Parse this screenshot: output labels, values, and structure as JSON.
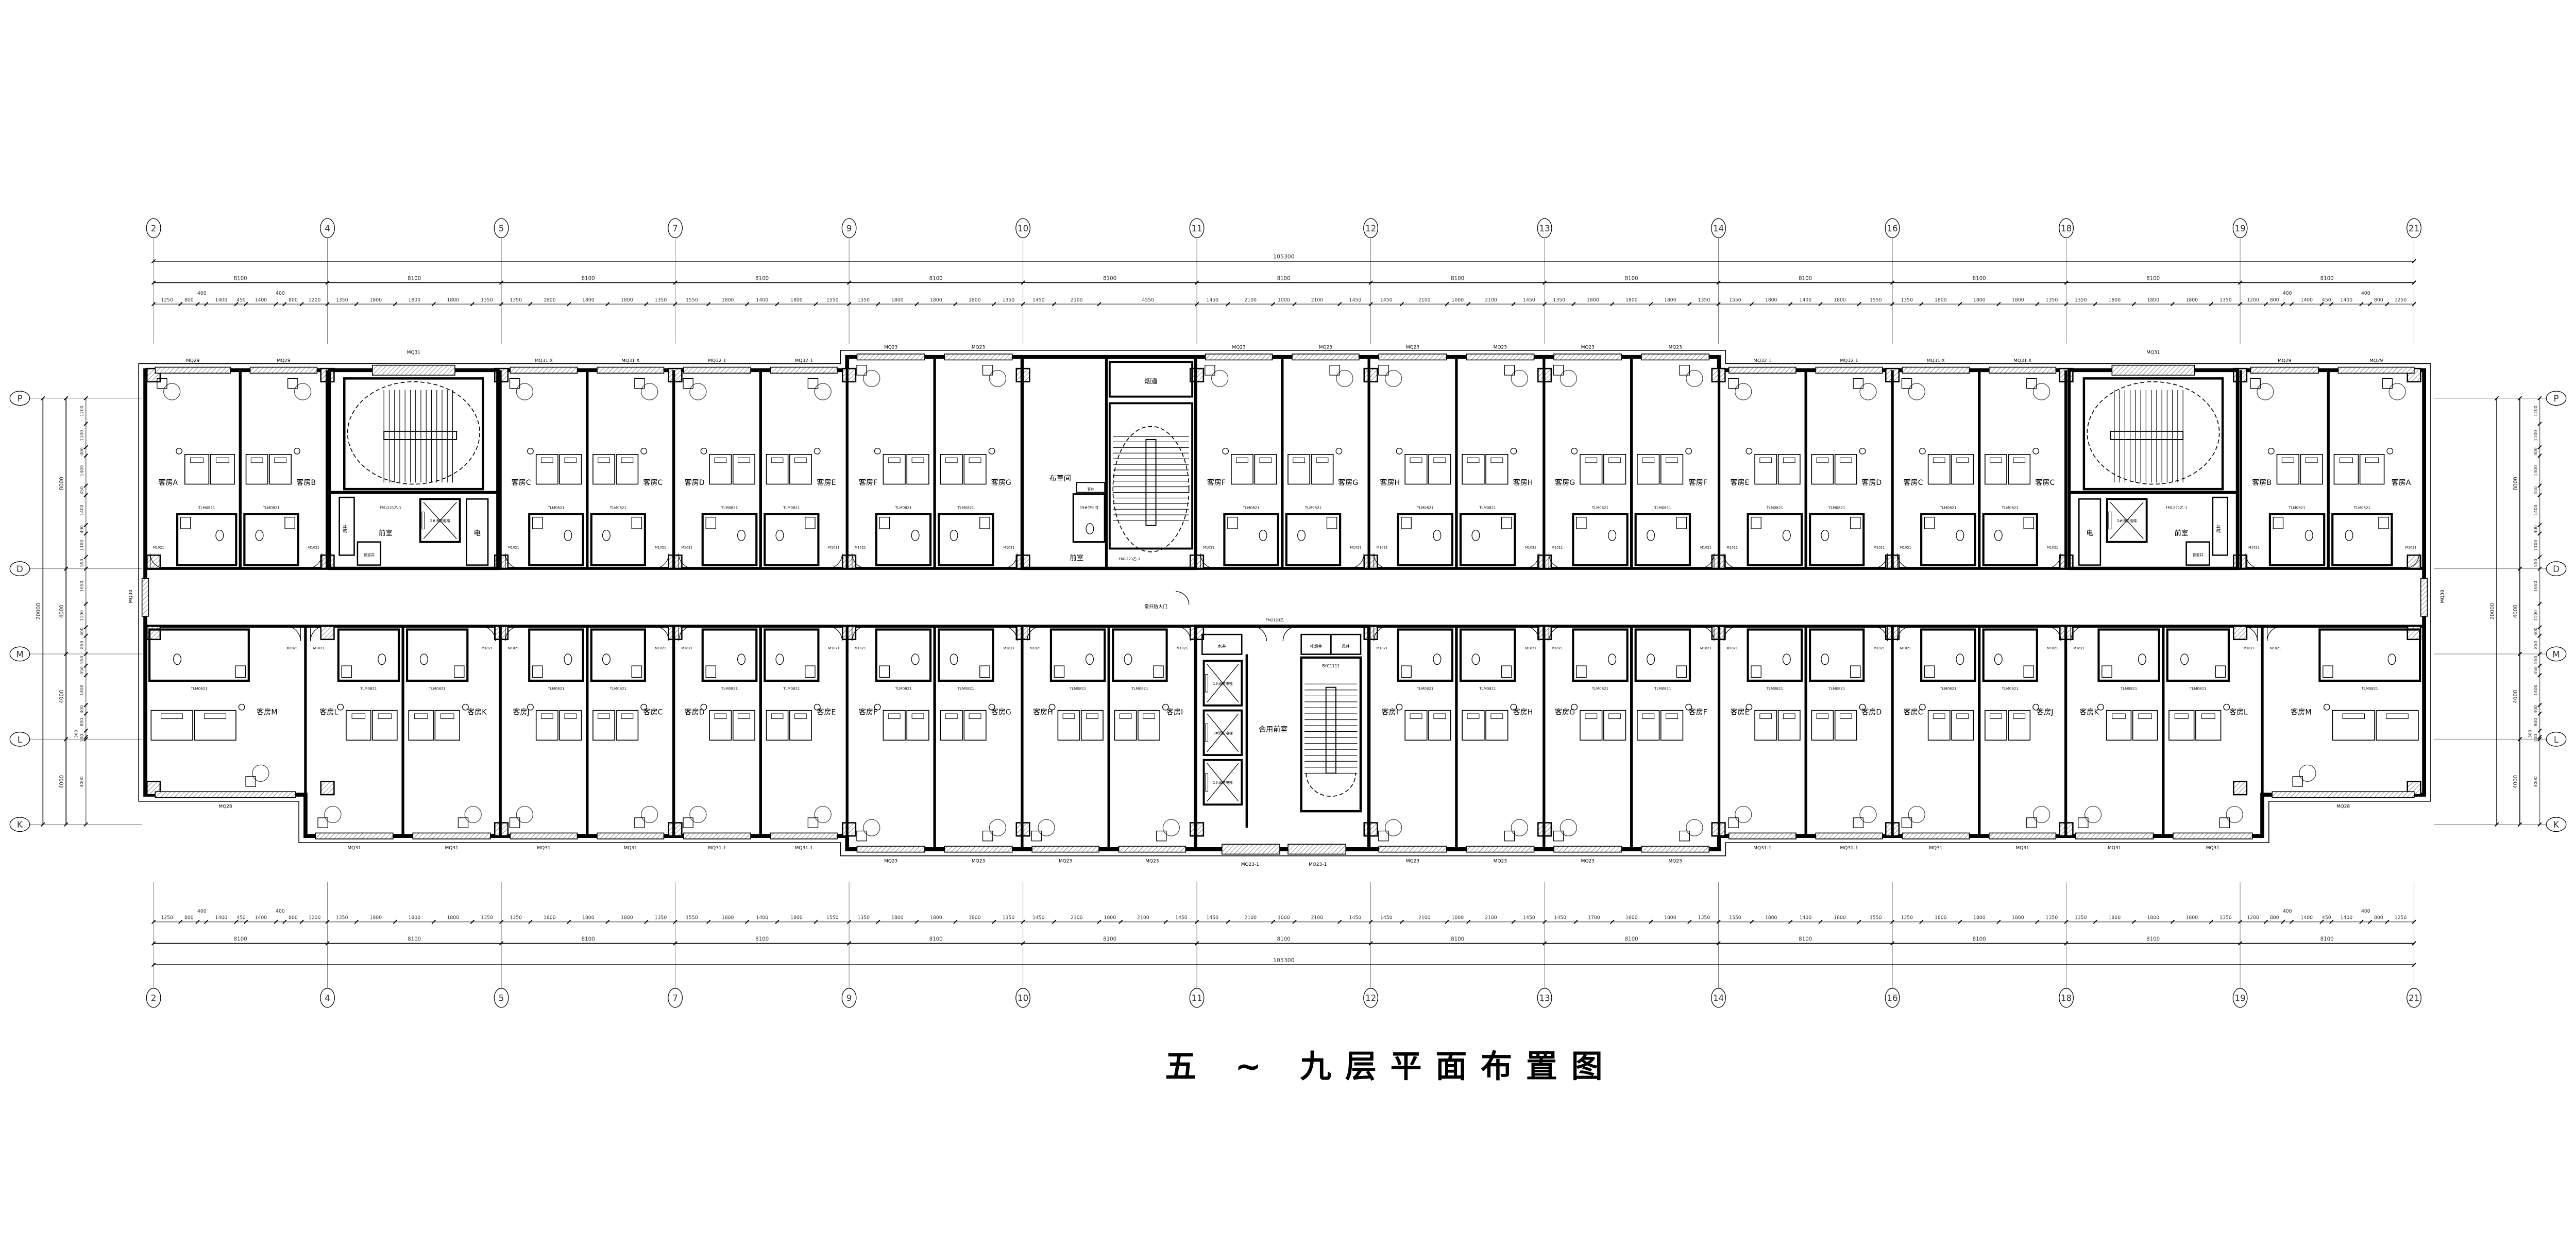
{
  "title": "五 ~ 九层平面布置图",
  "grid_columns": [
    "2",
    "4",
    "5",
    "7",
    "9",
    "10",
    "11",
    "12",
    "13",
    "14",
    "16",
    "18",
    "19",
    "21"
  ],
  "grid_rows": [
    "P",
    "D",
    "M",
    "L",
    "K"
  ],
  "dimensions": {
    "total": "105300",
    "bays": [
      "8100",
      "8100",
      "8100",
      "8100",
      "8100",
      "8100",
      "8100",
      "8100",
      "8100",
      "8100",
      "8100",
      "8100",
      "8100"
    ],
    "top_detail": [
      [
        "1250",
        "800",
        "400",
        "1400",
        "450",
        "1400",
        "400",
        "800",
        "1200"
      ],
      [
        "1350",
        "1800",
        "1800",
        "1800",
        "1350"
      ],
      [
        "1350",
        "1800",
        "1800",
        "1800",
        "1350"
      ],
      [
        "1550",
        "1800",
        "1400",
        "1800",
        "1550"
      ],
      [
        "1350",
        "1800",
        "1800",
        "1800",
        "1350"
      ],
      [
        "1450",
        "2100",
        "4550"
      ],
      [
        "1450",
        "2100",
        "1000",
        "2100",
        "1450"
      ],
      [
        "1450",
        "2100",
        "1000",
        "2100",
        "1450"
      ],
      [
        "1350",
        "1800",
        "1800",
        "1800",
        "1350"
      ],
      [
        "1550",
        "1800",
        "1400",
        "1800",
        "1550"
      ],
      [
        "1350",
        "1800",
        "1800",
        "1800",
        "1350"
      ],
      [
        "1350",
        "1800",
        "1800",
        "1800",
        "1350"
      ],
      [
        "1200",
        "800",
        "400",
        "1400",
        "450",
        "1400",
        "400",
        "800",
        "1250"
      ]
    ],
    "bottom_detail": [
      [
        "1250",
        "800",
        "400",
        "1400",
        "450",
        "1400",
        "400",
        "800",
        "1200"
      ],
      [
        "1350",
        "1800",
        "1800",
        "1800",
        "1350"
      ],
      [
        "1350",
        "1800",
        "1800",
        "1800",
        "1350"
      ],
      [
        "1550",
        "1800",
        "1400",
        "1800",
        "1550"
      ],
      [
        "1350",
        "1800",
        "1800",
        "1800",
        "1350"
      ],
      [
        "1450",
        "2100",
        "1000",
        "2100",
        "1450"
      ],
      [
        "1450",
        "2100",
        "1000",
        "2100",
        "1450"
      ],
      [
        "1450",
        "2100",
        "1000",
        "2100",
        "1450"
      ],
      [
        "1450",
        "1700",
        "1800",
        "1800",
        "1350"
      ],
      [
        "1550",
        "1800",
        "1400",
        "1800",
        "1550"
      ],
      [
        "1350",
        "1800",
        "1800",
        "1800",
        "1350"
      ],
      [
        "1350",
        "1800",
        "1800",
        "1800",
        "1350"
      ],
      [
        "1200",
        "800",
        "400",
        "1400",
        "450",
        "1400",
        "400",
        "800",
        "1250"
      ]
    ],
    "vertical_total": "20000",
    "vertical_spans": [
      "8000",
      "4000",
      "4000",
      "4000"
    ],
    "vertical_detail": [
      "1200",
      "1100",
      "400",
      "1400",
      "450",
      "1400",
      "400",
      "1100",
      "550",
      "1650",
      "1100",
      "400",
      "850",
      "550",
      "450",
      "1400",
      "400",
      "800",
      "300",
      "100",
      "4000"
    ]
  },
  "top_rooms": [
    "客房A",
    "客房B",
    "客房C",
    "客房C",
    "客房D",
    "客房E",
    "客房F",
    "客房G",
    "客房F",
    "客房G",
    "客房H",
    "客房H",
    "客房G",
    "客房F",
    "客房E",
    "客房D",
    "客房C",
    "客房C",
    "客房B",
    "客房A"
  ],
  "top_windows": [
    "MQ29",
    "MQ29",
    "MQ31-X",
    "MQ31-X",
    "MQ32-1",
    "MQ32-1",
    "MQ23",
    "MQ23",
    "MQ23",
    "MQ23",
    "MQ23",
    "MQ23",
    "MQ23",
    "MQ23",
    "MQ32-1",
    "MQ32-1",
    "MQ31-X",
    "MQ31-X",
    "MQ29",
    "MQ29"
  ],
  "bottom_rooms": [
    "客房M",
    "客房L",
    "客房K",
    "客房J",
    "客房C",
    "客房D",
    "客房E",
    "客房F",
    "客房G",
    "客房H",
    "客房I",
    "客房I",
    "客房H",
    "客房G",
    "客房F",
    "客房E",
    "客房D",
    "客房C",
    "客房J",
    "客房K",
    "客房L",
    "客房M"
  ],
  "bottom_windows": [
    "MQ28",
    "MQ31",
    "MQ31",
    "MQ31",
    "MQ31",
    "MQ31-1",
    "MQ31-1",
    "MQ23",
    "MQ23",
    "MQ23",
    "MQ23",
    "MQ23",
    "MQ23",
    "MQ23",
    "MQ23",
    "MQ31-1",
    "MQ31-1",
    "MQ31",
    "MQ31",
    "MQ31",
    "MQ31",
    "MQ28"
  ],
  "room_tags": {
    "bath_door": "TLM0821",
    "entry_door": "M1021",
    "wc_door": "M0821",
    "end_window": "MQ30"
  },
  "cores": {
    "side_stair": {
      "anteroom": "前室",
      "electric": "电",
      "elevator": "2#消防电梯",
      "shaft": "风井",
      "pipe": "管道井",
      "window": "MQ31",
      "door": "FM1221乙-1"
    },
    "center_top": {
      "linen": "布草间",
      "anteroom": "前室",
      "flue": "烟道",
      "wc": "15#卫生间",
      "pipe": "管井",
      "door": "FM1221乙-1"
    },
    "center_bottom": {
      "anteroom": "合用前室",
      "elevator": "1#消防电梯",
      "fire_door": "常开防火门",
      "stair_window": "BYC1111",
      "water": "水井",
      "smoke": "排烟井",
      "wind": "风井",
      "window": "MQ23-1",
      "door": "FM2123乙"
    }
  }
}
